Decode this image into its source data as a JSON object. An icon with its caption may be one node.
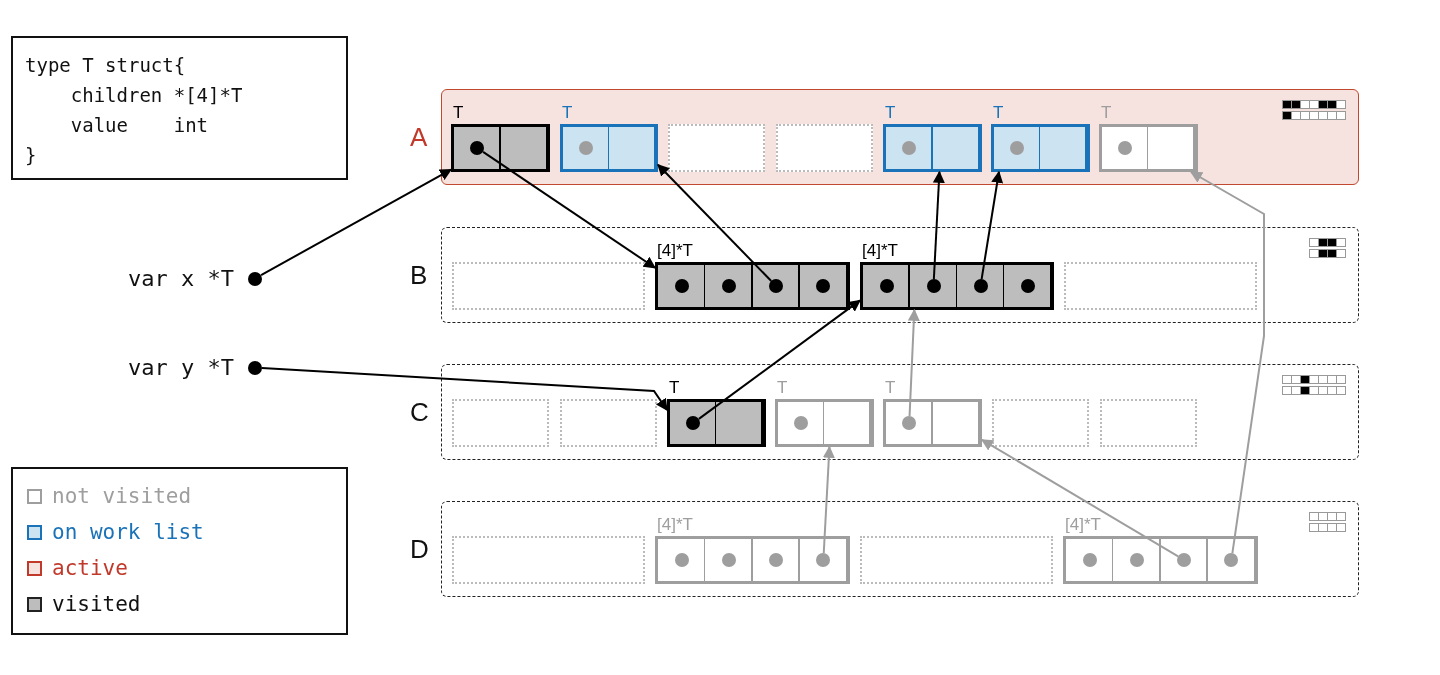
{
  "diagram": {
    "nodes": [
      {
        "text": [
          "type T struct{",
          "    children *[4]*T",
          "    value    int",
          "}"
        ]
      },
      {
        "text": [
          "var x *T"
        ]
      },
      {
        "text": [
          "var y *T"
        ]
      },
      {
        "text": [
          "A"
        ]
      },
      {
        "text": [
          "T"
        ],
        "in": 3
      },
      {
        "text": [],
        "shape": "circle",
        "in": 4
      },
      {
        "text": [
          "T"
        ],
        "in": 3
      },
      {
        "text": [],
        "shape": "circle",
        "in": 6
      },
      {
        "text": [],
        "shape": "box",
        "in": 3
      },
      {
        "text": [],
        "shape": "box",
        "in": 3
      },
      {
        "text": [
          "T"
        ],
        "in": 3
      },
      {
        "text": [],
        "shape": "circle",
        "in": 10
      },
      {
        "text": [
          "T"
        ],
        "in": 3
      },
      {
        "text": [],
        "shape": "circle",
        "in": 12
      },
      {
        "text": [
          "T"
        ],
        "in": 3
      },
      {
        "text": [],
        "shape": "circle",
        "in": 14
      },
      {
        "text": [
          "B"
        ]
      },
      {
        "text": [],
        "shape": "box",
        "in": 16
      },
      {
        "text": [
          "[4]*T"
        ],
        "in": 16
      },
      {
        "text": [],
        "shape": "circle",
        "in": 18
      },
      {
        "text": [],
        "shape": "circle",
        "in": 18
      },
      {
        "text": [],
        "shape": "circle",
        "in": 18
      },
      {
        "text": [],
        "shape": "circle",
        "in": 18
      },
      {
        "text": [
          "[4]*T"
        ],
        "in": 16
      },
      {
        "text": [],
        "shape": "circle",
        "in": 23
      },
      {
        "text": [],
        "shape": "circle",
        "in": 23
      },
      {
        "text": [],
        "shape": "circle",
        "in": 23
      },
      {
        "text": [],
        "shape": "circle",
        "in": 23
      },
      {
        "text": [],
        "shape": "box",
        "in": 16
      },
      {
        "text": [
          "C"
        ]
      },
      {
        "text": [],
        "shape": "box",
        "in": 29
      },
      {
        "text": [],
        "shape": "box",
        "in": 29
      },
      {
        "text": [
          "T"
        ],
        "in": 29
      },
      {
        "text": [],
        "shape": "circle",
        "in": 32
      },
      {
        "text": [
          "T"
        ],
        "in": 29
      },
      {
        "text": [],
        "shape": "circle",
        "in": 34
      },
      {
        "text": [
          "T"
        ],
        "in": 29
      },
      {
        "text": [],
        "shape": "circle",
        "in": 36
      },
      {
        "text": [],
        "shape": "box",
        "in": 29
      },
      {
        "text": [],
        "shape": "box",
        "in": 29
      },
      {
        "text": [
          "D"
        ]
      },
      {
        "text": [],
        "shape": "box",
        "in": 40
      },
      {
        "text": [
          "[4]*T"
        ],
        "in": 40
      },
      {
        "text": [],
        "shape": "circle",
        "in": 42
      },
      {
        "text": [],
        "shape": "circle",
        "in": 42
      },
      {
        "text": [],
        "shape": "circle",
        "in": 42
      },
      {
        "text": [],
        "shape": "circle",
        "in": 42
      },
      {
        "text": [],
        "shape": "box",
        "in": 40
      },
      {
        "text": [
          "[4]*T"
        ],
        "in": 40
      },
      {
        "text": [],
        "shape": "circle",
        "in": 48
      },
      {
        "text": [],
        "shape": "circle",
        "in": 48
      },
      {
        "text": [],
        "shape": "circle",
        "in": 48
      },
      {
        "text": [],
        "shape": "circle",
        "in": 48
      }
    ],
    "edges": [
      {
        "from": 1,
        "to": 4,
        "arrow": "to"
      },
      {
        "from": 5,
        "to": 18,
        "arrow": "to"
      },
      {
        "from": 21,
        "to": 6,
        "arrow": "to"
      },
      {
        "from": 25,
        "to": 10,
        "arrow": "to"
      },
      {
        "from": 26,
        "to": 12,
        "arrow": "to"
      },
      {
        "from": 2,
        "to": 32,
        "arrow": "to"
      },
      {
        "from": 33,
        "to": 23,
        "arrow": "to"
      },
      {
        "from": 37,
        "to": 23,
        "arrow": "to",
        "color": "#9e9e9e"
      },
      {
        "from": 46,
        "to": 34,
        "arrow": "to",
        "color": "#9e9e9e"
      },
      {
        "from": 51,
        "to": 36,
        "arrow": "to",
        "color": "#9e9e9e"
      },
      {
        "from": 52,
        "to": 14,
        "arrow": "to",
        "color": "#9e9e9e"
      }
    ],
    "legend": [
      {
        "text": "not visited",
        "color": "#ffffff"
      },
      {
        "text": "on work list",
        "color": "#cce3f2"
      },
      {
        "text": "active",
        "color": "#f6e2de"
      },
      {
        "text": "visited",
        "color": "#bdbdbd"
      }
    ]
  }
}
